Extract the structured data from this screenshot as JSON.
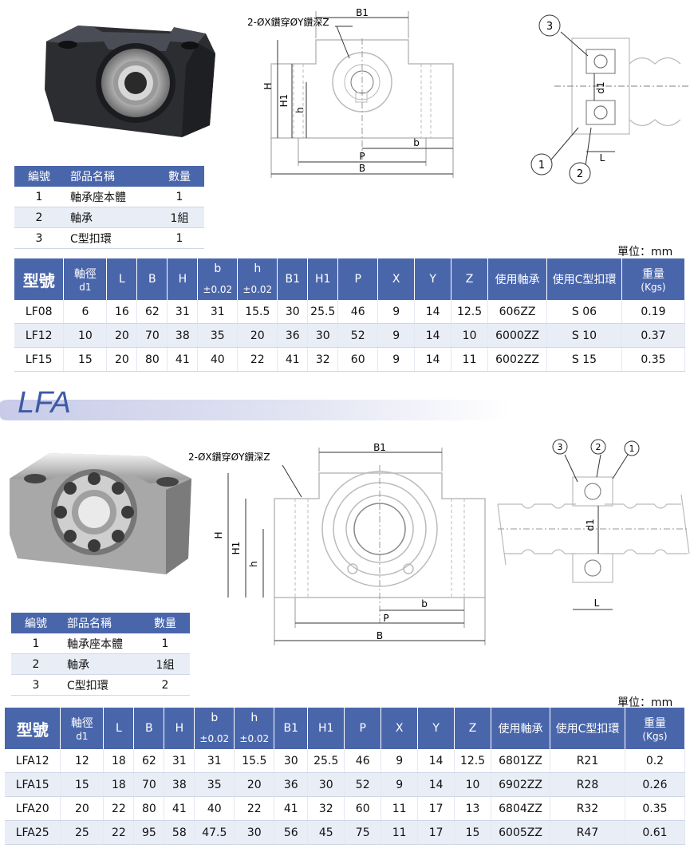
{
  "lf": {
    "diagram_note": "2-ØX鑽穿ØY鑽深Z",
    "dims": {
      "b1": "B1",
      "h": "H",
      "h1": "H1",
      "hs": "h",
      "p": "P",
      "bs": "b",
      "b": "B",
      "d1": "d1",
      "l": "L"
    },
    "callouts": [
      "3",
      "1",
      "2"
    ],
    "parts_headers": [
      "編號",
      "部品名稱",
      "數量"
    ],
    "parts": [
      {
        "no": "1",
        "name": "軸承座本體",
        "qty": "1"
      },
      {
        "no": "2",
        "name": "軸承",
        "qty": "1組"
      },
      {
        "no": "3",
        "name": "C型扣環",
        "qty": "1"
      }
    ],
    "unit": "單位：mm",
    "headers": {
      "model": "型號",
      "shaft": "軸徑",
      "shaft_sub": "d1",
      "L": "L",
      "B": "B",
      "H": "H",
      "b": "b",
      "b_tol": "±0.02",
      "h": "h",
      "h_tol": "±0.02",
      "B1": "B1",
      "H1": "H1",
      "P": "P",
      "X": "X",
      "Y": "Y",
      "Z": "Z",
      "bearing": "使用軸承",
      "ring": "使用C型扣環",
      "weight": "重量",
      "weight_sub": "(Kgs)"
    },
    "rows": [
      [
        "LF08",
        "6",
        "16",
        "62",
        "31",
        "31",
        "15.5",
        "30",
        "25.5",
        "46",
        "9",
        "14",
        "12.5",
        "606ZZ",
        "S 06",
        "0.19"
      ],
      [
        "LF12",
        "10",
        "20",
        "70",
        "38",
        "35",
        "20",
        "36",
        "30",
        "52",
        "9",
        "14",
        "10",
        "6000ZZ",
        "S 10",
        "0.37"
      ],
      [
        "LF15",
        "15",
        "20",
        "80",
        "41",
        "40",
        "22",
        "41",
        "32",
        "60",
        "9",
        "14",
        "11",
        "6002ZZ",
        "S 15",
        "0.35"
      ]
    ]
  },
  "lfa": {
    "banner_title": "LFA",
    "diagram_note": "2-ØX鑽穿ØY鑽深Z",
    "dims": {
      "b1": "B1",
      "h": "H",
      "h1": "H1",
      "hs": "h",
      "p": "P",
      "bs": "b",
      "b": "B",
      "d1": "d1",
      "l": "L"
    },
    "callouts": [
      "3",
      "2",
      "1"
    ],
    "parts_headers": [
      "編號",
      "部品名稱",
      "數量"
    ],
    "parts": [
      {
        "no": "1",
        "name": "軸承座本體",
        "qty": "1"
      },
      {
        "no": "2",
        "name": "軸承",
        "qty": "1組"
      },
      {
        "no": "3",
        "name": "C型扣環",
        "qty": "2"
      }
    ],
    "unit": "單位：mm",
    "headers": {
      "model": "型號",
      "shaft": "軸徑",
      "shaft_sub": "d1",
      "L": "L",
      "B": "B",
      "H": "H",
      "b": "b",
      "b_tol": "±0.02",
      "h": "h",
      "h_tol": "±0.02",
      "B1": "B1",
      "H1": "H1",
      "P": "P",
      "X": "X",
      "Y": "Y",
      "Z": "Z",
      "bearing": "使用軸承",
      "ring": "使用C型扣環",
      "weight": "重量",
      "weight_sub": "(Kgs)"
    },
    "rows": [
      [
        "LFA12",
        "12",
        "18",
        "62",
        "31",
        "31",
        "15.5",
        "30",
        "25.5",
        "46",
        "9",
        "14",
        "12.5",
        "6801ZZ",
        "R21",
        "0.2"
      ],
      [
        "LFA15",
        "15",
        "18",
        "70",
        "38",
        "35",
        "20",
        "36",
        "30",
        "52",
        "9",
        "14",
        "10",
        "6902ZZ",
        "R28",
        "0.26"
      ],
      [
        "LFA20",
        "20",
        "22",
        "80",
        "41",
        "40",
        "22",
        "41",
        "32",
        "60",
        "11",
        "17",
        "13",
        "6804ZZ",
        "R32",
        "0.35"
      ],
      [
        "LFA25",
        "25",
        "22",
        "95",
        "58",
        "47.5",
        "30",
        "56",
        "45",
        "75",
        "11",
        "17",
        "15",
        "6005ZZ",
        "R47",
        "0.61"
      ]
    ]
  },
  "colors": {
    "header": "#4a66ab",
    "alt_row": "#e9edf6",
    "banner_text": "#3d5aa6"
  }
}
